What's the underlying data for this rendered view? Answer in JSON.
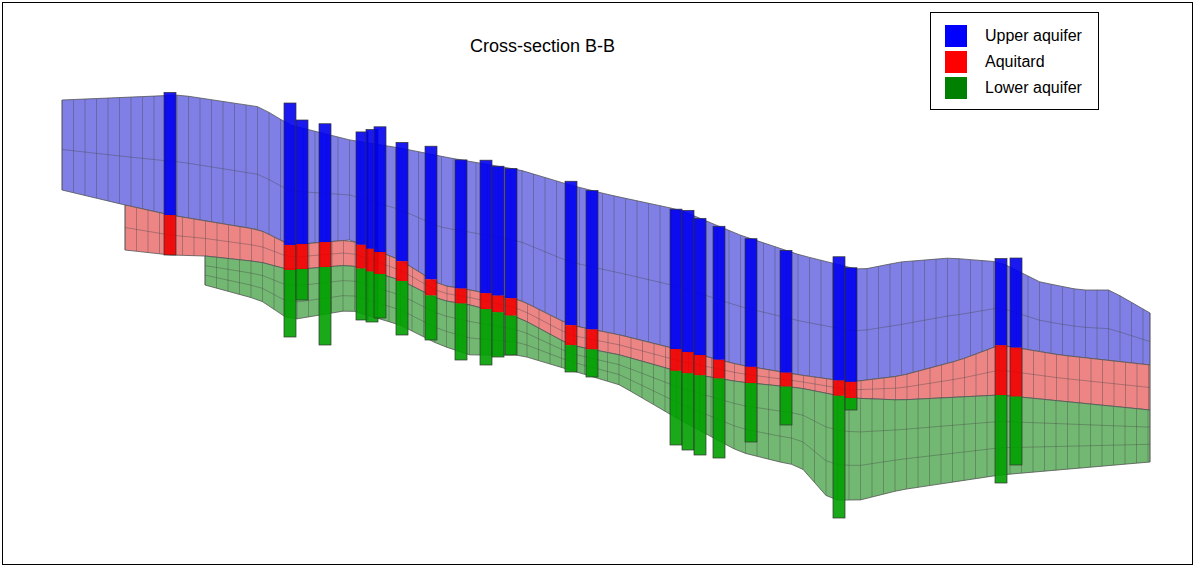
{
  "diagram": {
    "title": "Cross-section B-B",
    "legend": [
      {
        "text": "Upper aquifer",
        "color": "#0000ff"
      },
      {
        "text": "Aquitard",
        "color": "#ff0000"
      },
      {
        "text": "Lower aquifer",
        "color": "#008000"
      }
    ]
  }
}
